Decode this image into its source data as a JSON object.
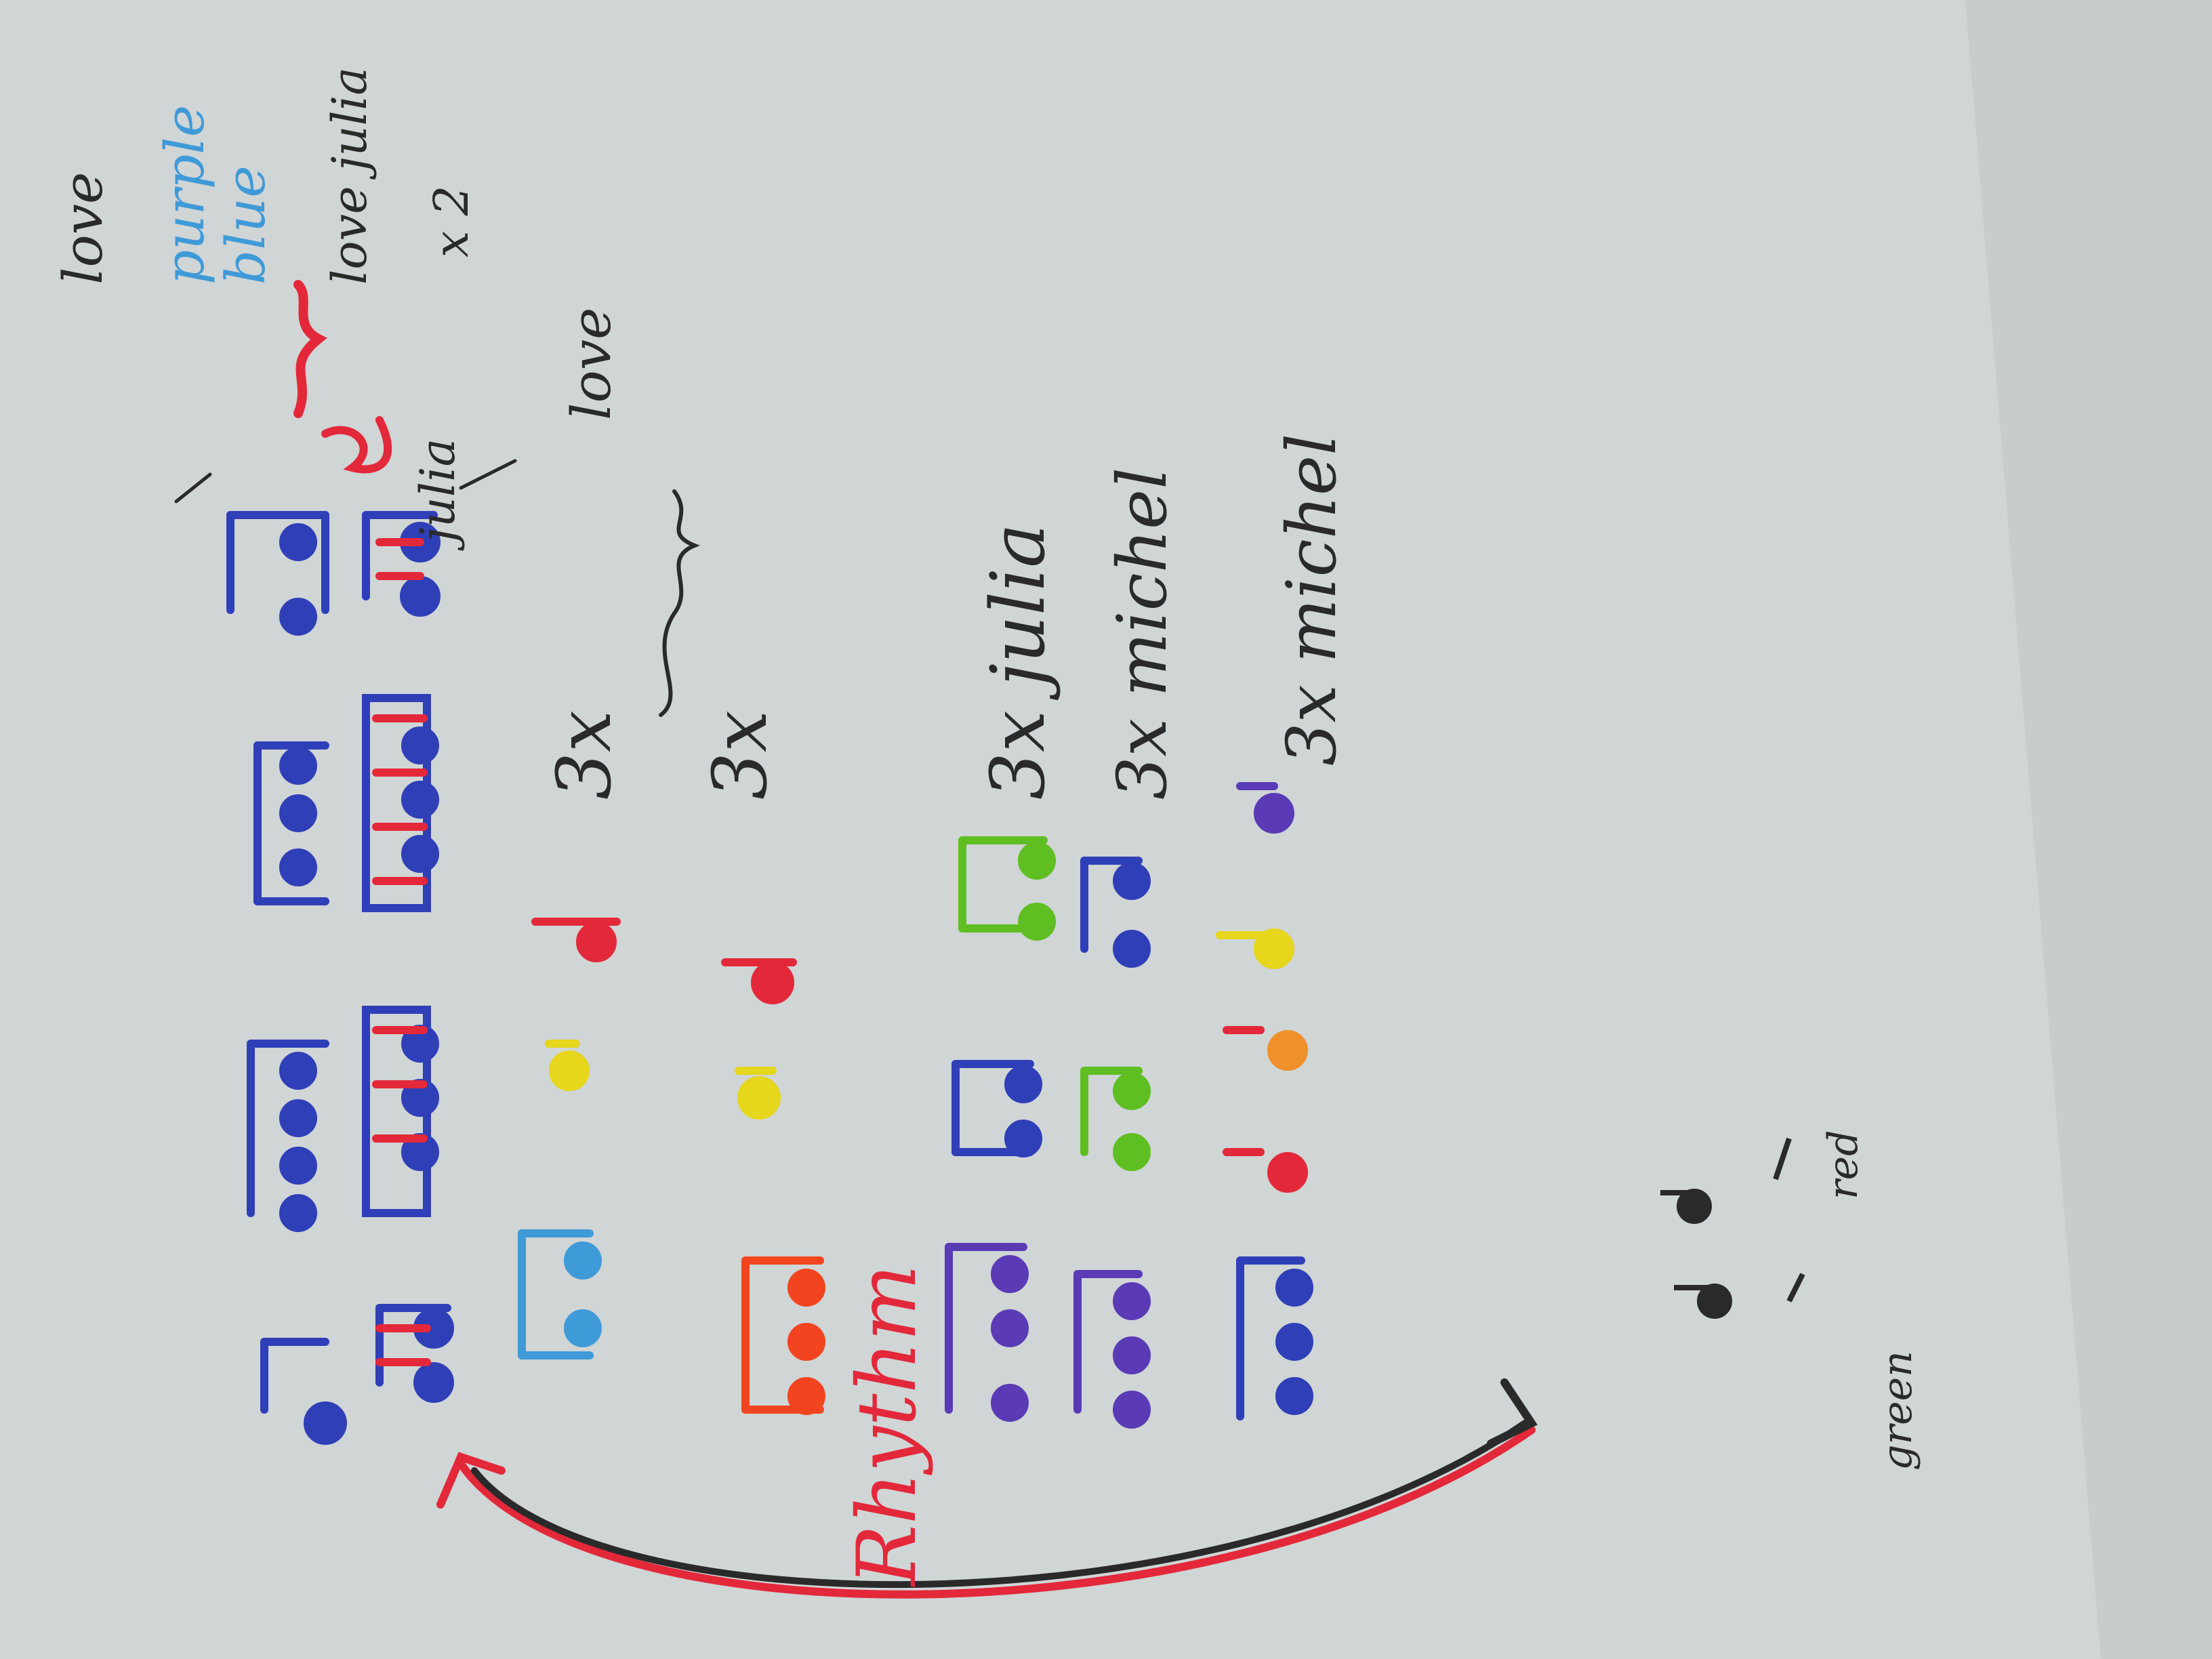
{
  "image": {
    "orientation": "rotated-90-counterclockwise",
    "medium": "colored pencil on paper"
  },
  "annotations": {
    "top_left_word": "love",
    "blue_words": [
      "purple",
      "blue"
    ],
    "love_julia": "love julia",
    "times_two": "x 2",
    "row1_label_top": "love",
    "row1_label_bottom": "julia",
    "repeat_3x_a": "3x",
    "repeat_3x_b": "3x",
    "word_love_2": "love",
    "julia_3x": "3x julia",
    "michel_3x_a": "3x michel",
    "michel_3x_b": "3x michel",
    "red_label": "red",
    "green_label": "green",
    "rhythm_label": "Rhythm"
  },
  "colors": {
    "blue": "#2f3fb8",
    "red": "#e3283a",
    "light_blue": "#3f9ad8",
    "yellow": "#e6d61c",
    "orange_red": "#f2451f",
    "purple": "#5a3bb5",
    "green": "#5fbf22",
    "orange": "#f0902a",
    "pencil": "#2a2a2a",
    "paper": "#d1d6d7"
  }
}
